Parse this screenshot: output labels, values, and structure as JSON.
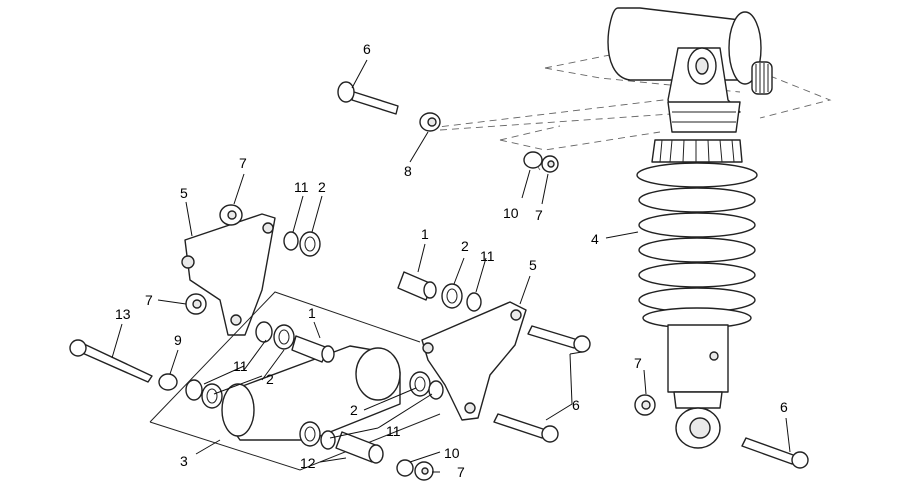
{
  "diagram": {
    "callouts": {
      "c6a": "6",
      "c8": "8",
      "c7a": "7",
      "c5a": "5",
      "c11a": "11",
      "c2a": "2",
      "c10a": "10",
      "c7b": "7",
      "c4": "4",
      "c1a": "1",
      "c2b": "2",
      "c11b": "11",
      "c5b": "5",
      "c7c": "7",
      "c13": "13",
      "c9": "9",
      "c1b": "1",
      "c11c": "11",
      "c2c": "2",
      "c6b": "6",
      "c7d": "7",
      "c6c": "6",
      "c2d": "2",
      "c11d": "11",
      "c3": "3",
      "c12": "12",
      "c10b": "10",
      "c7e": "7"
    }
  }
}
